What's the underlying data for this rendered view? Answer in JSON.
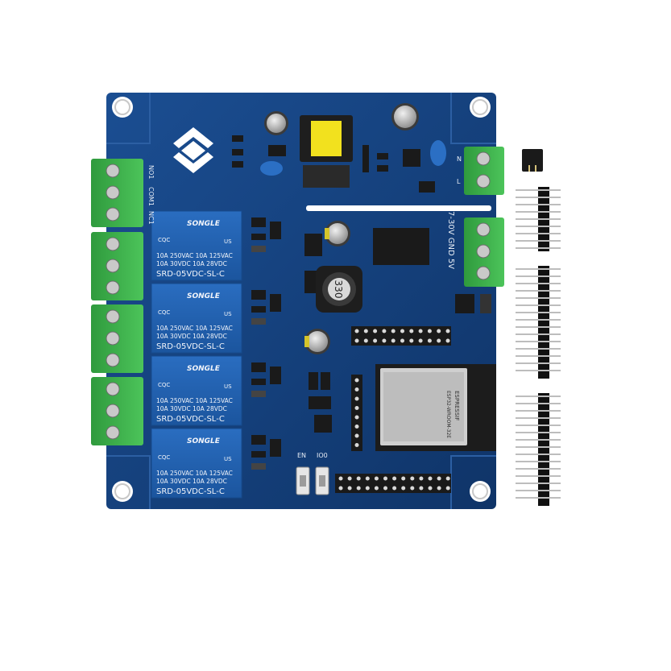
{
  "relays": [
    {
      "brand": "SONGLE",
      "rating_ac": "10A 250VAC  10A 125VAC",
      "rating_dc": "10A  30VDC  10A  28VDC",
      "model": "SRD-05VDC-SL-C"
    },
    {
      "brand": "SONGLE",
      "rating_ac": "10A 250VAC  10A 125VAC",
      "rating_dc": "10A  30VDC  10A  28VDC",
      "model": "SRD-05VDC-SL-C"
    },
    {
      "brand": "SONGLE",
      "rating_ac": "10A 250VAC  10A 125VAC",
      "rating_dc": "10A  30VDC  10A  28VDC",
      "model": "SRD-05VDC-SL-C"
    },
    {
      "brand": "SONGLE",
      "rating_ac": "10A 250VAC  10A 125VAC",
      "rating_dc": "10A  30VDC  10A  28VDC",
      "model": "SRD-05VDC-SL-C"
    }
  ],
  "terminal_labels": {
    "no1": "NO1",
    "com1": "COM1",
    "nc1": "NC1"
  },
  "power_label": "7-30V GND 5V",
  "ac_label": {
    "n": "N",
    "l": "L"
  },
  "inductor_code": "330",
  "buttons": {
    "en": "EN",
    "io0": "IO0"
  },
  "module": {
    "brand": "ESPRESSIF",
    "model": "ESP32-WROOM-32E"
  },
  "cert": {
    "cqc": "CQC",
    "us": "US"
  },
  "colors": {
    "board": "#123c7a",
    "terminal": "#3fae49",
    "relay": "#1f5fb0",
    "header": "#151515"
  }
}
